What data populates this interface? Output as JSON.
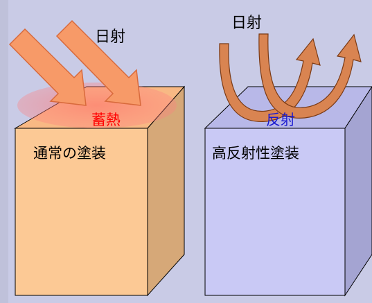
{
  "left_panel": {
    "sunlight_label": "日射",
    "heat_label": "蓄熱",
    "box_label": "通常の塗装",
    "face_color": "#fcc995",
    "side_color": "#d6a878",
    "top_color": "#f8b984",
    "arrow_color": "#f79a68",
    "heat_label_color": "#ff0000"
  },
  "right_panel": {
    "sunlight_label": "日射",
    "reflect_label": "反射",
    "box_label": "高反射性塗装",
    "face_color": "#c9c9f5",
    "side_color": "#a4a4d2",
    "top_color": "#b8b8e8",
    "arrow_color": "#d98451",
    "reflect_label_color": "#1a1ad0"
  },
  "background_color": "#c9cbe6"
}
